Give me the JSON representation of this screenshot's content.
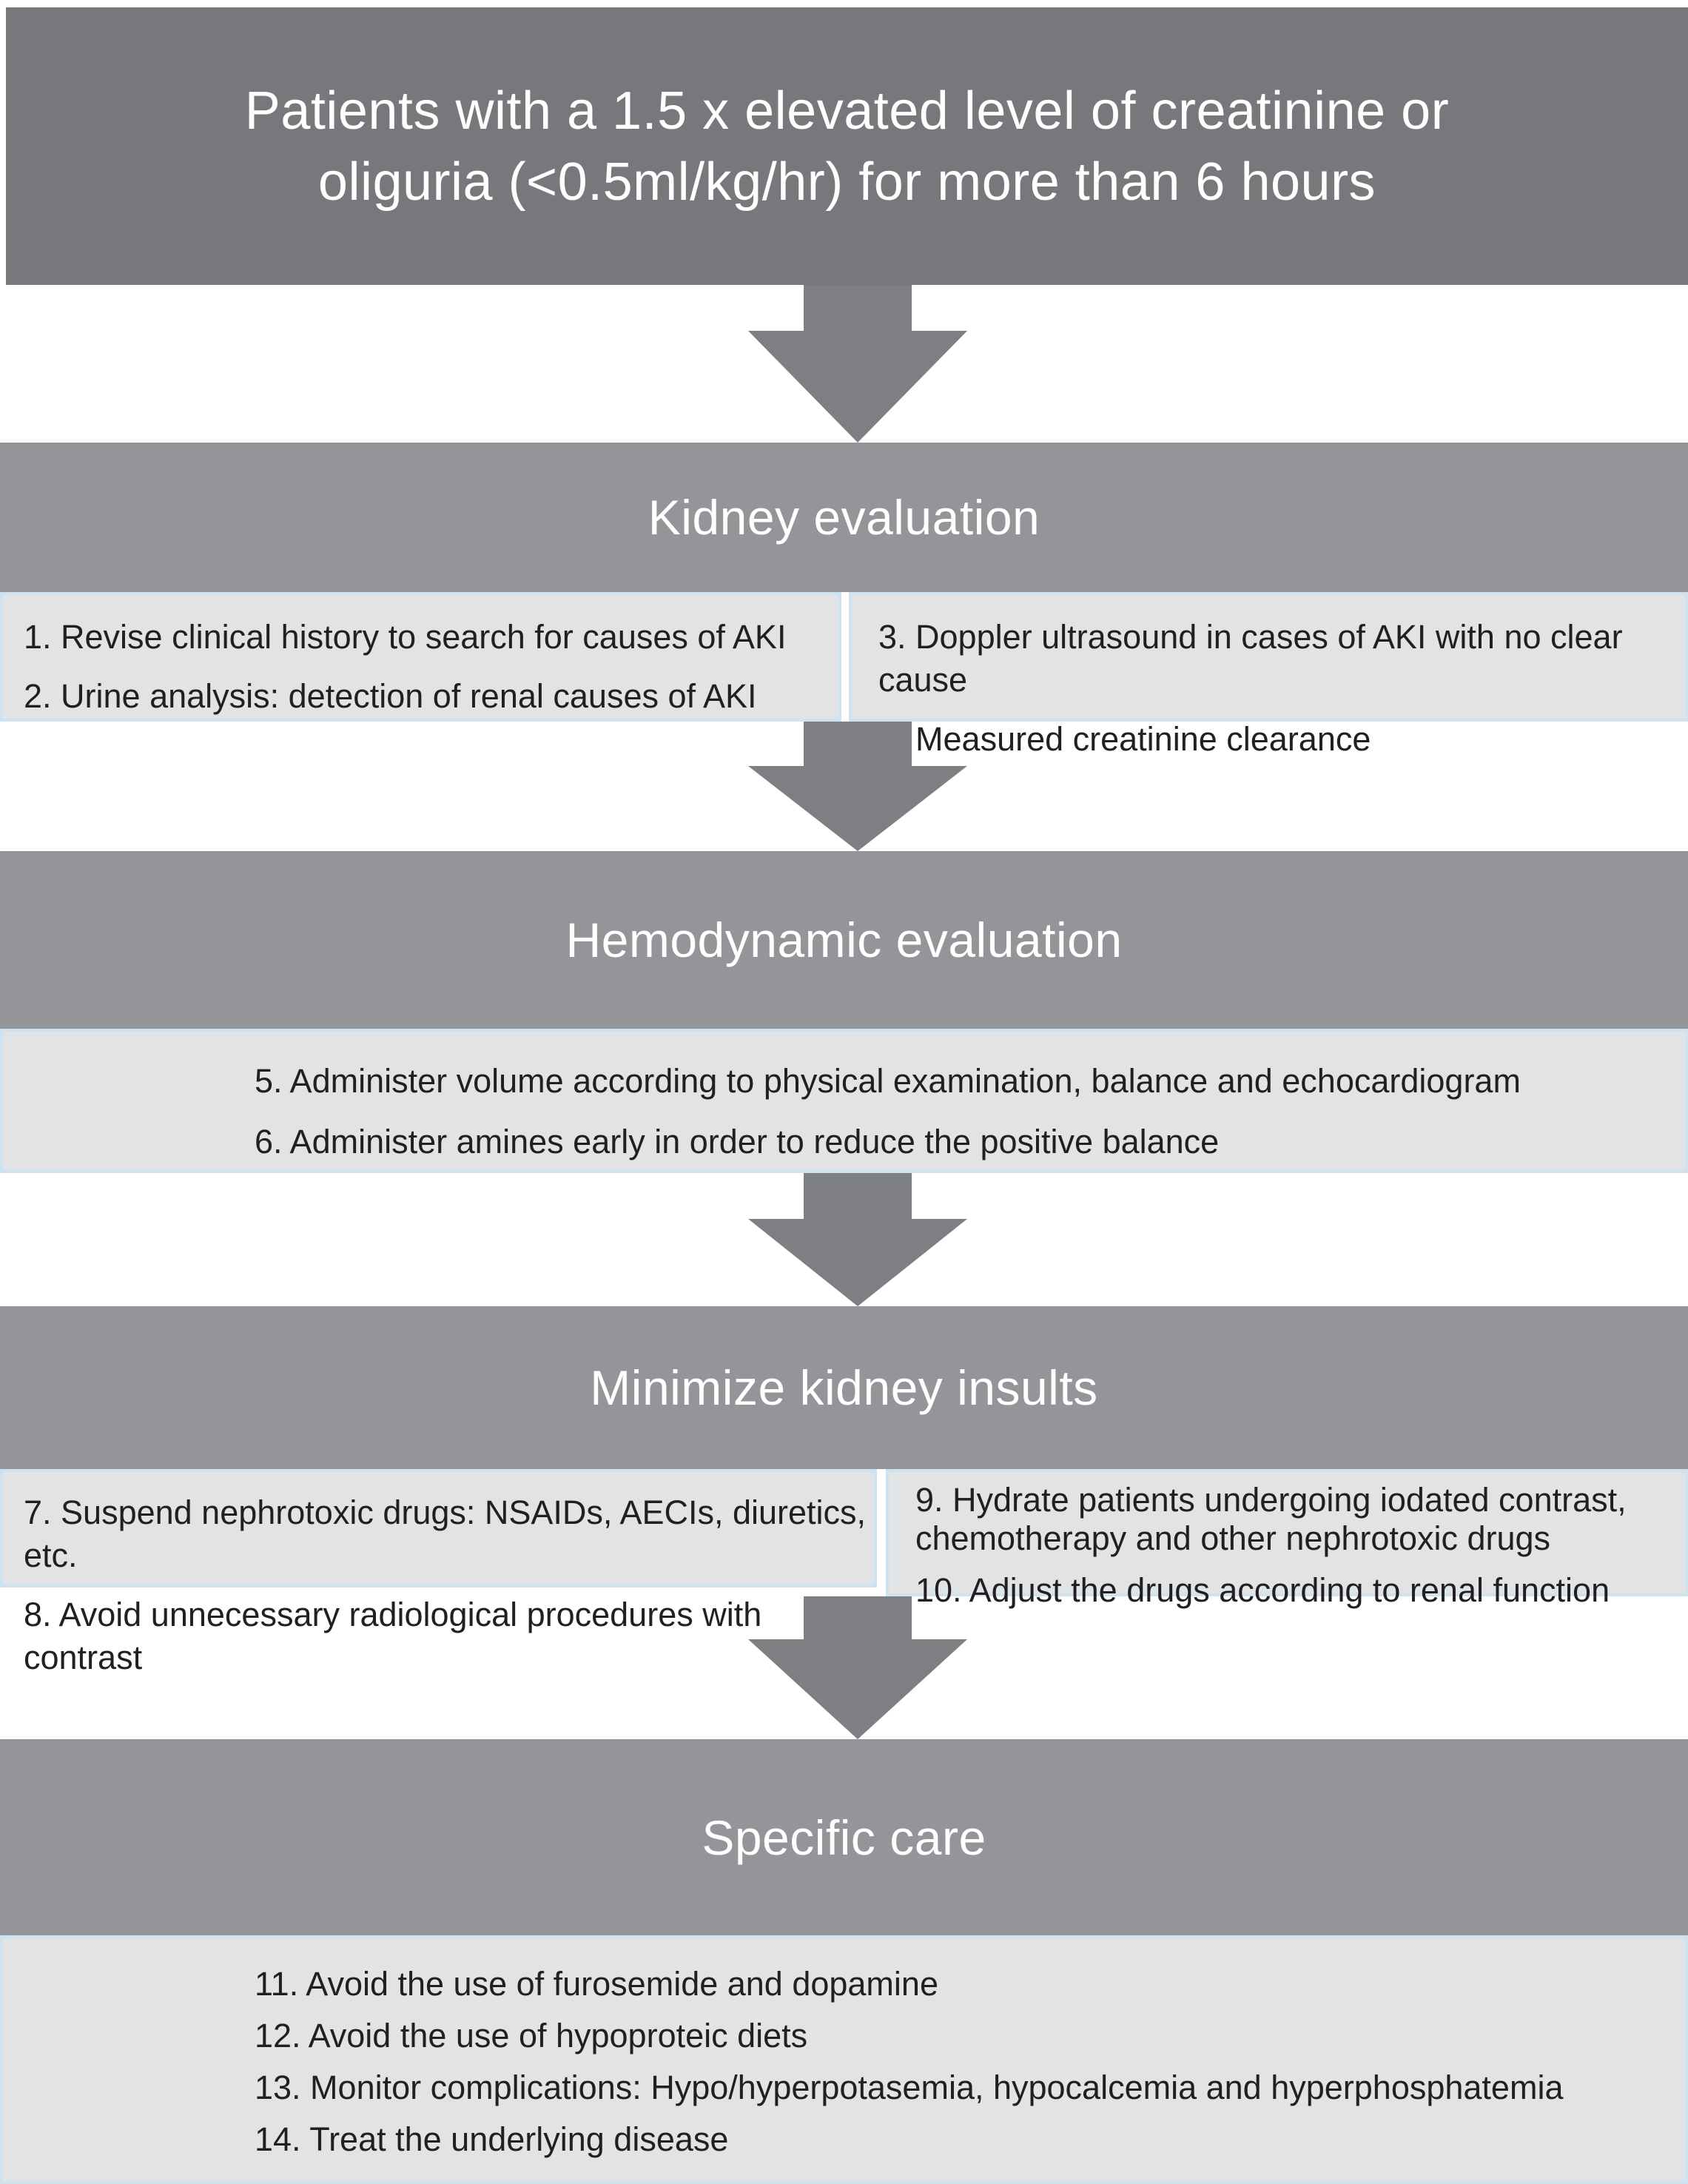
{
  "flow": {
    "entry_box": {
      "text": "Patients with a 1.5 x elevated level of creatinine or oliguria (<0.5ml/kg/hr) for more than 6 hours"
    },
    "sections": [
      {
        "title": "Kidney evaluation",
        "columns": [
          {
            "items": [
              "1. Revise clinical history to search for causes of AKI",
              "2. Urine analysis: detection of renal causes of AKI"
            ]
          },
          {
            "items": [
              "3. Doppler ultrasound in cases of AKI with no clear cause",
              "4. Measured creatinine clearance"
            ]
          }
        ]
      },
      {
        "title": "Hemodynamic evaluation",
        "columns": [
          {
            "items": [
              "5. Administer volume according to physical examination, balance and echocardiogram",
              "6. Administer amines early in order to reduce the positive balance"
            ]
          }
        ]
      },
      {
        "title": "Minimize kidney insults",
        "columns": [
          {
            "items": [
              "7. Suspend nephrotoxic drugs: NSAIDs, AECIs, diuretics, etc.",
              "8. Avoid unnecessary radiological procedures with contrast"
            ]
          },
          {
            "items": [
              "9. Hydrate patients undergoing iodated contrast, chemotherapy and other nephrotoxic drugs",
              "10. Adjust the drugs according to renal function"
            ]
          }
        ]
      },
      {
        "title": "Specific care",
        "columns": [
          {
            "items": [
              "11. Avoid the use of furosemide and dopamine",
              "12. Avoid the use of hypoproteic diets",
              "13. Monitor complications: Hypo/hyperpotasemia, hypocalcemia and hyperphosphatemia",
              "14. Treat the underlying disease"
            ]
          }
        ]
      }
    ],
    "colors": {
      "entry_box": "#77787b",
      "section_header": "#949599",
      "arrow": "#7e7f83",
      "item_box_fill": "#e2e3e4",
      "item_box_border": "#cfe2f0",
      "item_text": "#231f20",
      "header_text": "#ffffff"
    }
  }
}
